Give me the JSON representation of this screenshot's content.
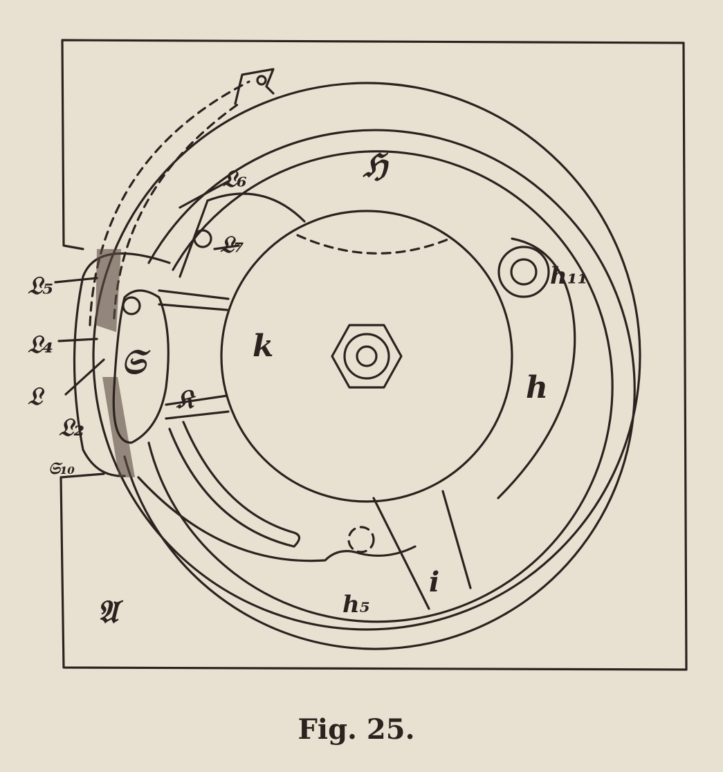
{
  "figure": {
    "caption": "Fig. 25.",
    "labels": {
      "H": "ℌ",
      "L6": "𝔏₆",
      "L7": "𝔏₇",
      "L5": "𝔏₅",
      "L4": "𝔏₄",
      "L": "𝔏",
      "L2": "𝔏₂",
      "S10": "𝔖₁₀",
      "S": "𝔖",
      "K": "𝔎",
      "k": "k",
      "h": "h",
      "h11": "h₁₁",
      "h5": "h₅",
      "i": "i",
      "A": "𝔄"
    }
  }
}
